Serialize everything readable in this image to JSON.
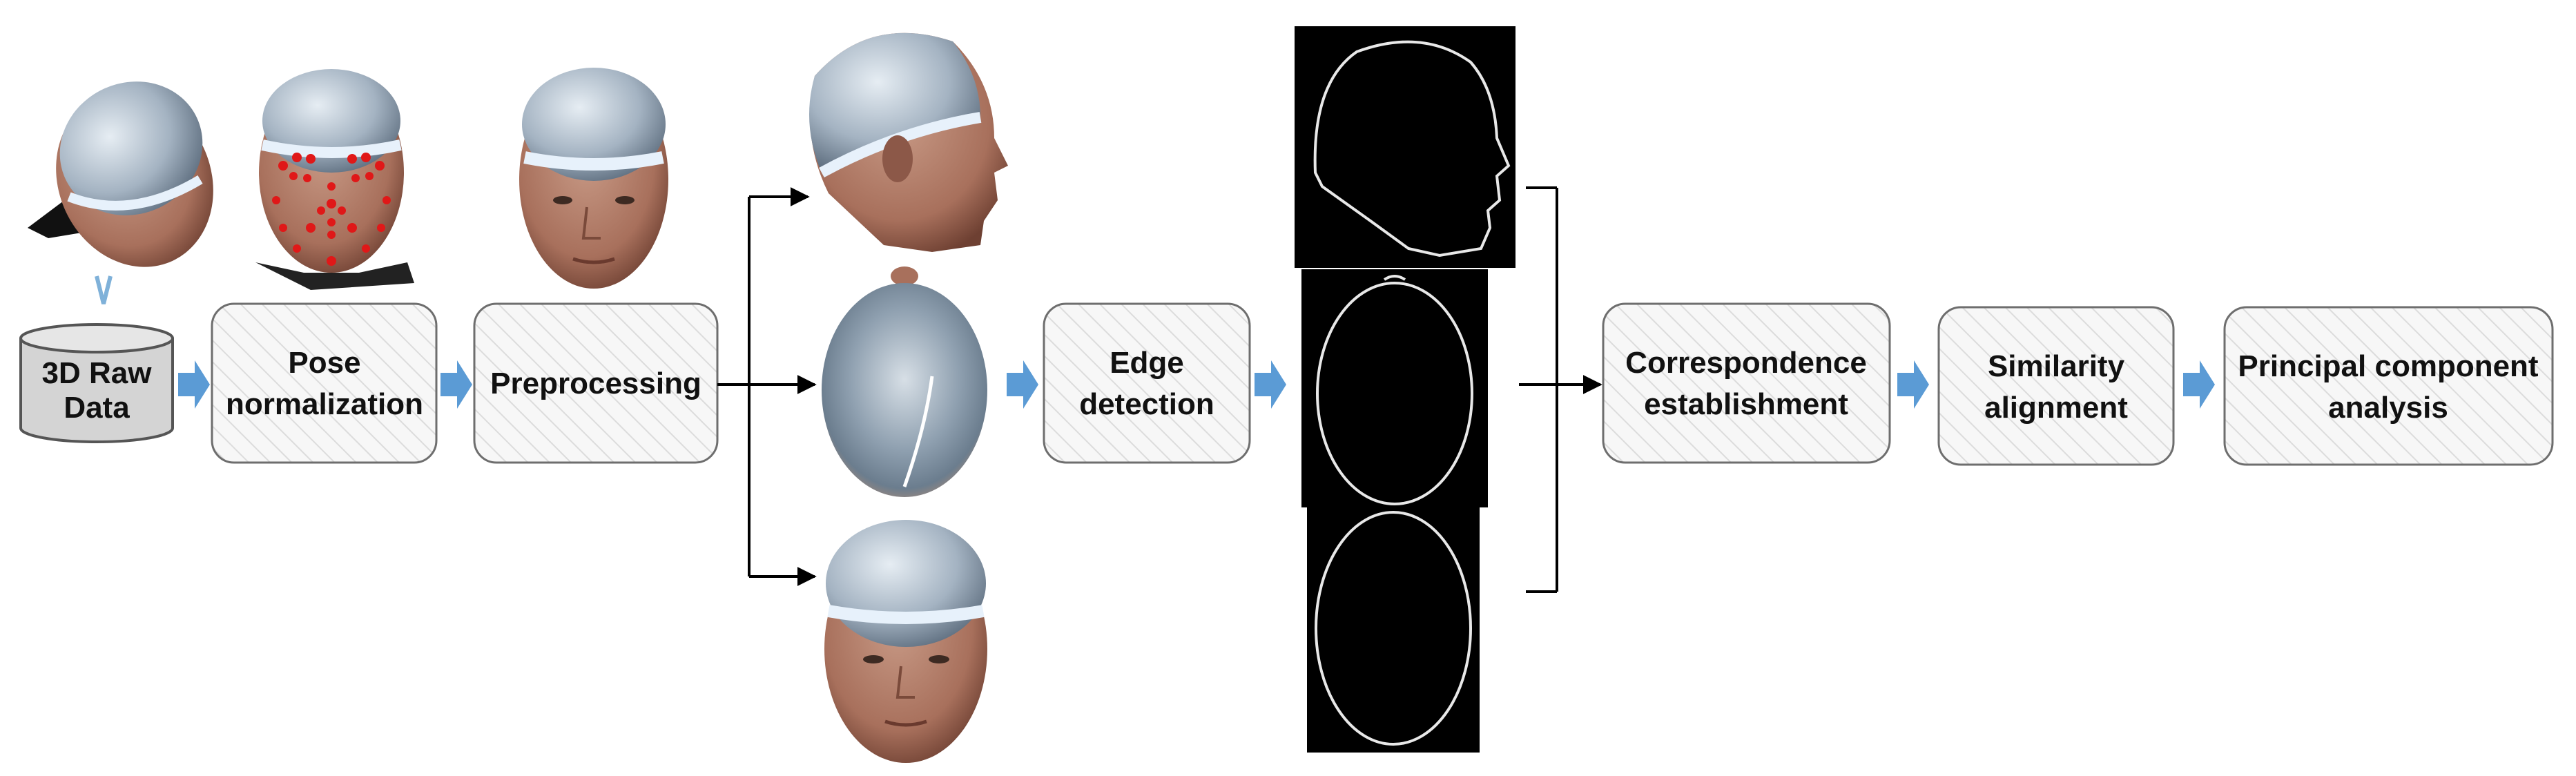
{
  "steps": {
    "raw_data": {
      "line1": "3D Raw",
      "line2": "Data"
    },
    "pose_normalization": {
      "line1": "Pose",
      "line2": "normalization"
    },
    "preprocessing": {
      "line1": "Preprocessing"
    },
    "edge_detection": {
      "line1": "Edge",
      "line2": "detection"
    },
    "correspondence": {
      "line1": "Correspondence",
      "line2": "establishment"
    },
    "similarity": {
      "line1": "Similarity",
      "line2": "alignment"
    },
    "pca": {
      "line1": "Principal component",
      "line2": "analysis"
    }
  },
  "images": {
    "raw_head": "raw-scan-head-image",
    "landmark_head": "landmark-head-image",
    "preprocessed_head": "preprocessed-head-image",
    "side_view": "side-view-head-image",
    "top_view": "top-view-head-image",
    "front_view": "front-view-head-image",
    "side_edge": "side-edge-contour-image",
    "top_edge": "top-edge-contour-image",
    "front_edge": "front-edge-contour-image"
  },
  "colors": {
    "box_border": "#6e6e6e",
    "box_fill": "#f7f7f7",
    "hatch": "#dcdcdc",
    "arrow_blue": "#5b9bd5",
    "line": "#000000",
    "cylinder_fill": "#d4d4d4",
    "skin": "#b07d6a",
    "cap": "#a9b8c6",
    "band": "#cfe2f2",
    "landmark": "#e01818",
    "edge_bg": "#000000",
    "edge_line": "#e8e8e8"
  }
}
